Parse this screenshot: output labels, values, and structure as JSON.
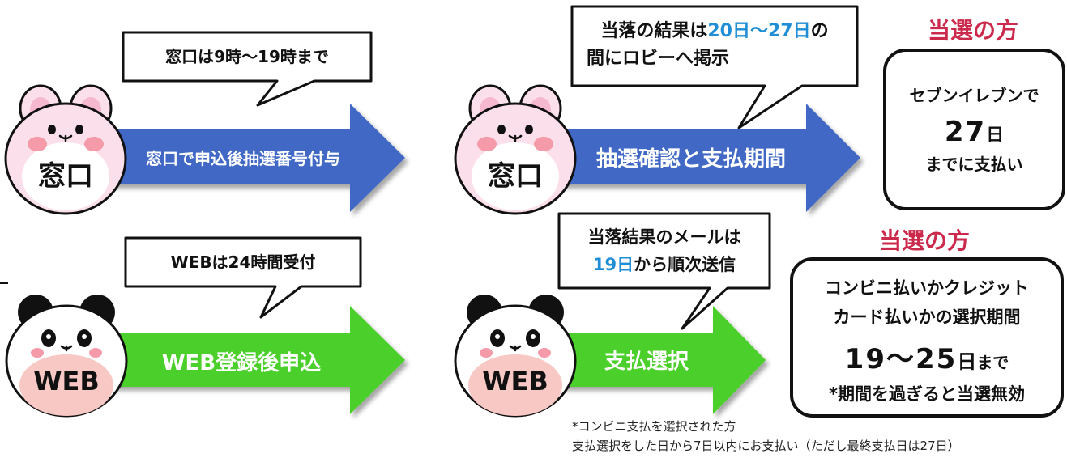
{
  "row1": {
    "left_bubble": "窓口は9時～19時まで",
    "left_face_label": "窓口",
    "left_arrow_label": "窓口で申込後抽選番号付与",
    "right_bubble_line1_prefix": "当落の結果は",
    "right_bubble_line1_highlight": "20日～27日",
    "right_bubble_line1_suffix": "の",
    "right_bubble_line2": "間にロビーへ掲示",
    "right_face_label": "窓口",
    "right_arrow_label": "抽選確認と支払期間",
    "winner_title": "当選の方",
    "winner_box_line1": "セブンイレブンで",
    "winner_box_big": "27",
    "winner_box_big_unit": "日",
    "winner_box_line3": "までに支払い"
  },
  "row2": {
    "left_bubble": "WEBは24時間受付",
    "left_face_label": "WEB",
    "left_arrow_label": "WEB登録後申込",
    "right_bubble_line1": "当落結果のメールは",
    "right_bubble_line2_highlight": "19日",
    "right_bubble_line2_suffix": "から順次送信",
    "right_face_label": "WEB",
    "right_arrow_label": "支払選択",
    "winner_title": "当選の方",
    "winner_box_line1": "コンビニ払いかクレジット",
    "winner_box_line2": "カード払いかの選択期間",
    "winner_box_big": "19～25",
    "winner_box_big_unit": "日",
    "winner_box_big_suffix": "まで",
    "winner_box_line4": "*期間を過ぎると当選無効"
  },
  "note": {
    "line1": "*コンビニ支払を選択された方",
    "line2": "支払選択をした日から7日以内にお支払い（ただし最終支払日は27日）"
  },
  "colors": {
    "blue_arrow": "#3f67c4",
    "green_arrow": "#4ccf2a",
    "bear_face": "#fbdfeb",
    "bear_ear_inner": "#f5b8cf",
    "bear_cheek": "#f49aa8",
    "panda_belly": "#f7c8c4",
    "panda_black": "#111111",
    "accent_red": "#cc2a4c",
    "highlight_blue": "#1f8ed6"
  }
}
